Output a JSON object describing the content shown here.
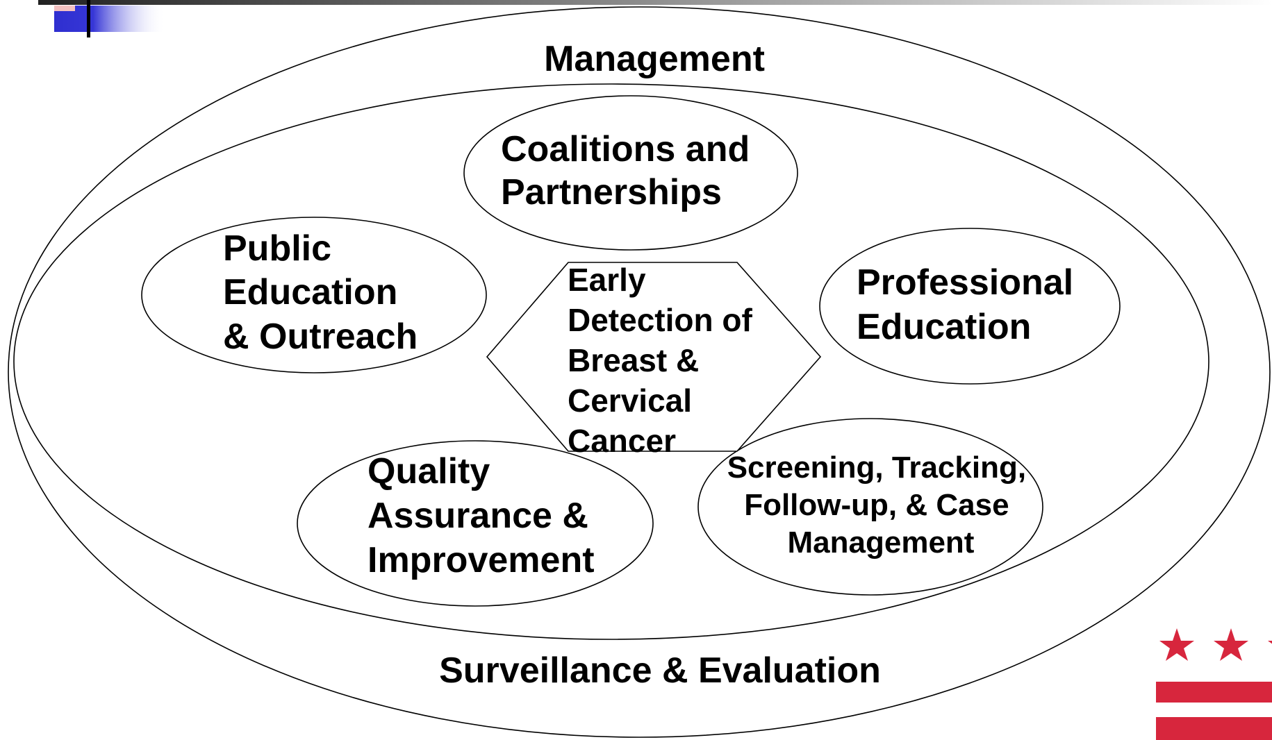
{
  "diagram": {
    "outer_label": "Management",
    "inner_bottom_label": "Surveillance & Evaluation",
    "center": {
      "lines": [
        "Early",
        "Detection of",
        "Breast &",
        "Cervical",
        "Cancer"
      ]
    },
    "nodes": {
      "coalitions": {
        "lines": [
          "Coalitions and",
          "Partnerships"
        ]
      },
      "public_ed": {
        "lines": [
          "Public",
          "Education",
          "& Outreach"
        ]
      },
      "professional_ed": {
        "lines": [
          "Professional",
          "Education"
        ]
      },
      "quality": {
        "lines": [
          "Quality",
          "Assurance &",
          "Improvement"
        ]
      },
      "screening": {
        "lines": [
          "Screening, Tracking,",
          "Follow-up, & Case",
          "Management"
        ]
      }
    }
  },
  "colors": {
    "stroke": "#000000",
    "flag_red": "#d7263d",
    "corner_blue": "#2f2fd0",
    "corner_pink": "#f3c1c1"
  }
}
